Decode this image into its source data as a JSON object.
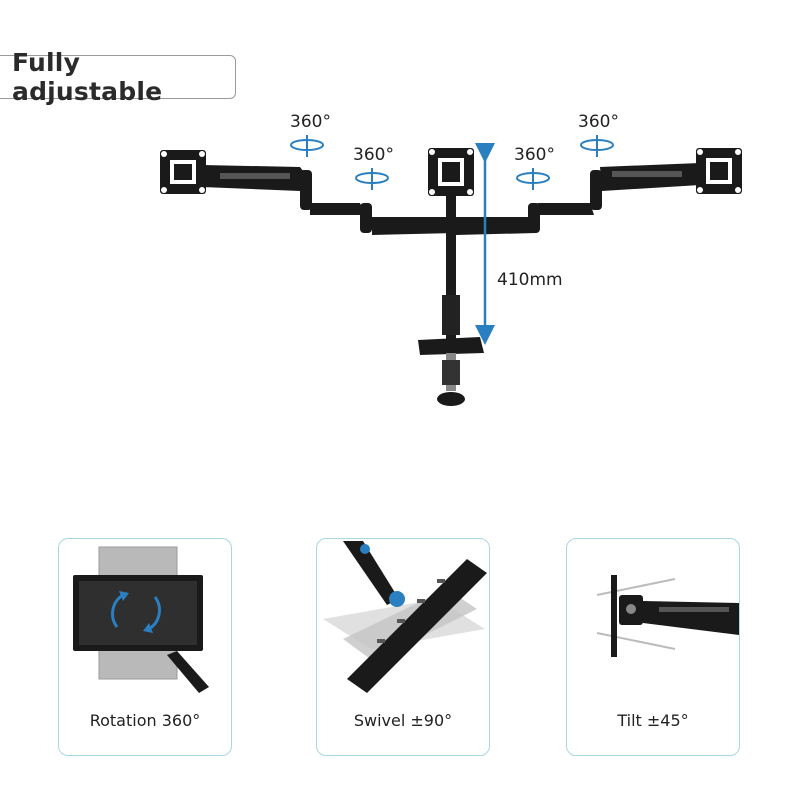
{
  "header": {
    "title": "Fully adjustable"
  },
  "hero": {
    "rotation_labels": [
      "360°",
      "360°",
      "360°",
      "360°"
    ],
    "height_label": "410mm"
  },
  "features": [
    {
      "caption": "Rotation 360°",
      "icon": "rotation-icon"
    },
    {
      "caption": "Swivel ±90°",
      "icon": "swivel-icon"
    },
    {
      "caption": "Tilt ±45°",
      "icon": "tilt-icon"
    }
  ],
  "colors": {
    "accent": "#2a7fc1",
    "arm": "#1a1a1a",
    "card_border": "#a8d7e3"
  }
}
